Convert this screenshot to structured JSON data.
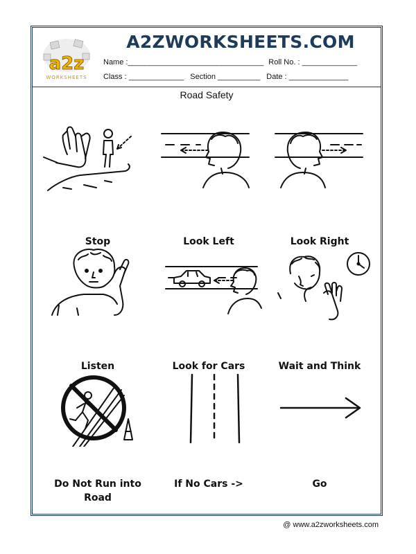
{
  "header": {
    "site_title": "A2ZWORKSHEETS.COM",
    "logo_text": "a2z",
    "logo_subtext": "WORKSHEETS",
    "name_label": "Name :",
    "name_blank": "________________________________",
    "roll_label": "Roll No. :",
    "roll_blank": "_____________",
    "class_label": "Class :",
    "class_blank": "_____________",
    "section_label": "Section",
    "section_blank": "__________",
    "date_label": "Date :",
    "date_blank": "______________"
  },
  "title": "Road Safety",
  "items": [
    {
      "caption": "Stop",
      "icon": "hand-stop-icon"
    },
    {
      "caption": "Look Left",
      "icon": "look-left-icon"
    },
    {
      "caption": "Look Right",
      "icon": "look-right-icon"
    },
    {
      "caption": "Listen",
      "icon": "listen-icon"
    },
    {
      "caption": "Look for Cars",
      "icon": "car-icon"
    },
    {
      "caption": "Wait and Think",
      "icon": "clock-icon"
    },
    {
      "caption": "Do Not Run into Road",
      "icon": "no-running-icon"
    },
    {
      "caption": "If No Cars ->",
      "icon": "road-lanes-icon"
    },
    {
      "caption": "Go",
      "icon": "arrow-right-icon"
    }
  ],
  "footer": "@ www.a2zworksheets.com"
}
